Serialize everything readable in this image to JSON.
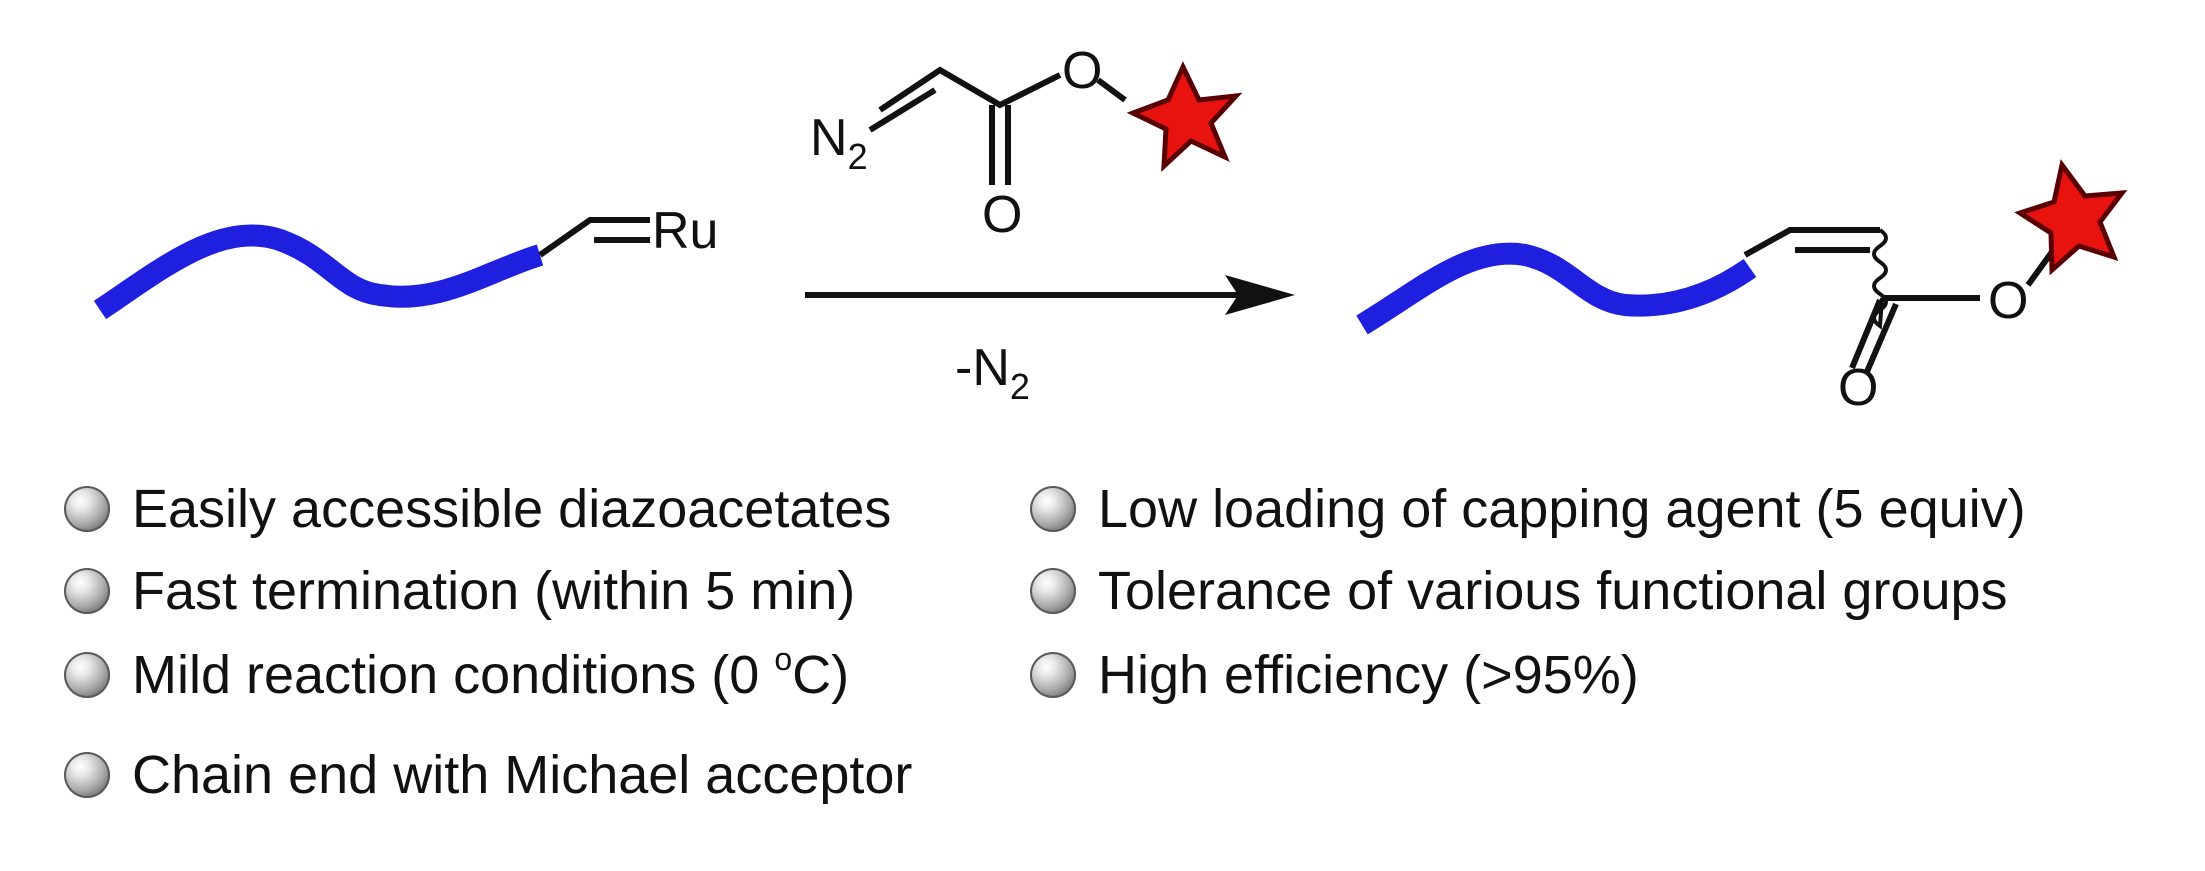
{
  "scheme": {
    "catalyst_label": "Ru",
    "reagent": {
      "n2_label": "N",
      "n2_sub": "2",
      "ester_o_label": "O",
      "carbonyl_o_label": "O"
    },
    "arrow_condition": "-N",
    "arrow_condition_sub": "2",
    "product": {
      "ester_o_label": "O",
      "carbonyl_o_label": "O"
    },
    "colors": {
      "polymer_chain": "#1f1fe0",
      "star": "#e8120f",
      "star_outline": "#5a0000",
      "bonds": "#111111"
    }
  },
  "bullets": [
    {
      "text": "Easily accessible diazoacetates"
    },
    {
      "text": "Low loading of capping agent (5 equiv)"
    },
    {
      "text": "Fast termination (within 5 min)"
    },
    {
      "text": "Tolerance of various functional groups"
    },
    {
      "text": "Mild reaction conditions (0 ",
      "sup": "o",
      "tail": "C)"
    },
    {
      "text": "High efficiency (>95%)"
    },
    {
      "text": "Chain end with Michael acceptor"
    }
  ]
}
